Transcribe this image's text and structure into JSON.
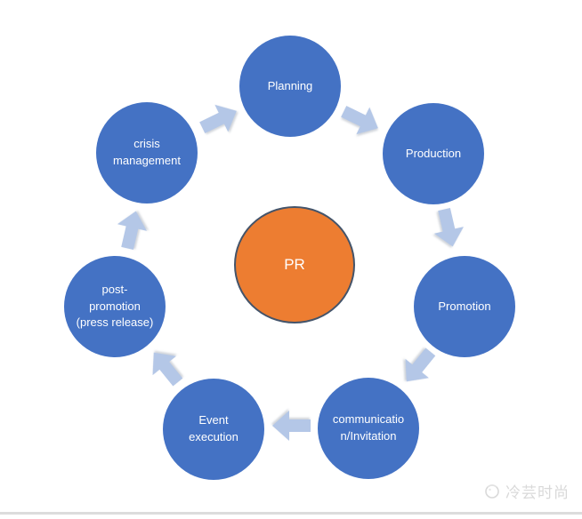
{
  "diagram": {
    "type": "cycle",
    "center": {
      "label": "PR"
    },
    "nodes": [
      {
        "label": "Planning"
      },
      {
        "label": "Production"
      },
      {
        "label": "Promotion"
      },
      {
        "label": "communicatio\nn/Invitation"
      },
      {
        "label": "Event\nexecution"
      },
      {
        "label": "post-\npromotion\n(press release)"
      },
      {
        "label": "crisis\nmanagement"
      }
    ],
    "flow_order": [
      "Planning",
      "Production",
      "Promotion",
      "communication/Invitation",
      "Event execution",
      "post-promotion (press release)",
      "crisis management"
    ],
    "colors": {
      "node_fill": "#4472C4",
      "center_fill": "#ED7D31",
      "center_border": "#44546A",
      "arrow_fill": "#B4C7E7",
      "text": "#FFFFFF",
      "watermark": "#D9D9D9",
      "divider": "#DCDCDC"
    }
  },
  "watermark": {
    "text": "冷芸时尚"
  }
}
